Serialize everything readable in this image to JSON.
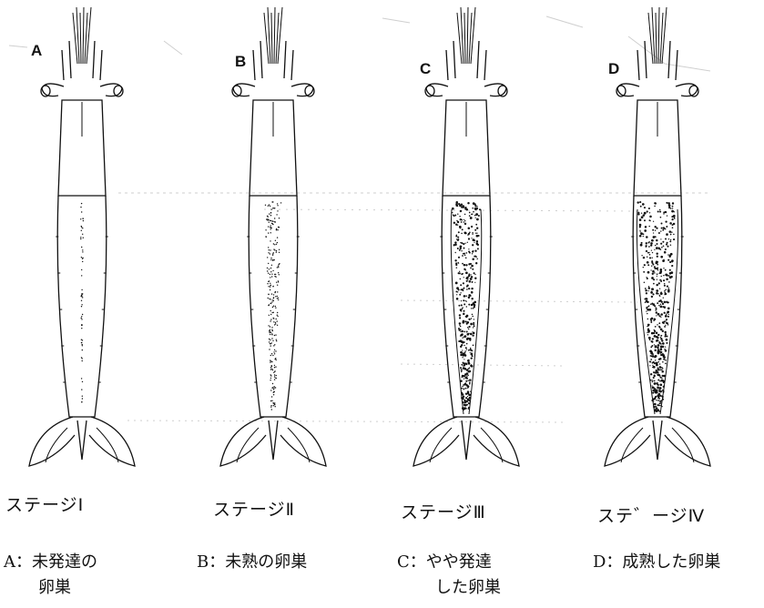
{
  "panels": [
    {
      "letter": "A",
      "stage": "ステージⅠ",
      "caption_line1": "A：未発達の",
      "caption_line2": "卵巣",
      "ovary_level": 0
    },
    {
      "letter": "B",
      "stage": "ステージⅡ",
      "caption_line1": "B：未熟の卵巣",
      "caption_line2": "",
      "ovary_level": 1
    },
    {
      "letter": "C",
      "stage": "ステージⅢ",
      "caption_line1": "C：やや発達",
      "caption_line2": "した卵巣",
      "ovary_level": 2
    },
    {
      "letter": "D",
      "stage": "ステ゛ージⅣ",
      "caption_line1": "D：成熟した卵巣",
      "caption_line2": "",
      "ovary_level": 3
    }
  ],
  "colors": {
    "ink": "#111111",
    "faint": "#c8c8c8",
    "paper": "#ffffff"
  }
}
